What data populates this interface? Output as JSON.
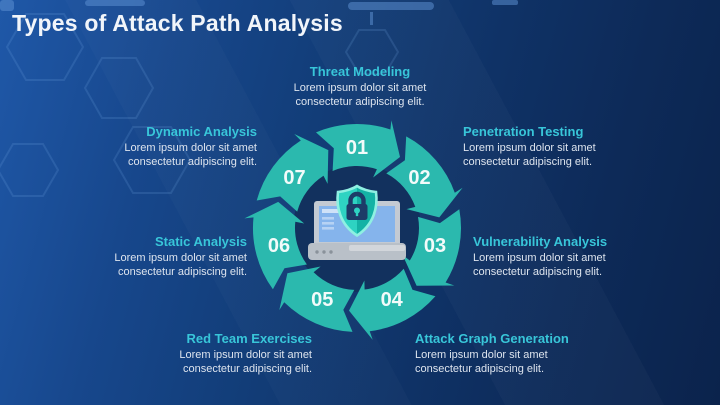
{
  "title": "Types of Attack Path Analysis",
  "colors": {
    "accent_cyan": "#38c6d9",
    "ring_teal": "#2bb9ae",
    "inner_circle": "#12315e",
    "background_light": "#1f58a8",
    "background_dark": "#0b234c",
    "body_text": "#dde4ee",
    "title_text": "#f1f5fa"
  },
  "center_icon": "laptop-shield-lock-icon",
  "cycle": {
    "ring_color": "#2bb9ae",
    "direction": "clockwise",
    "items": [
      {
        "num": "01",
        "label": "Threat Modeling",
        "body": "Lorem ipsum dolor sit amet consectetur adipiscing elit."
      },
      {
        "num": "02",
        "label": "Penetration Testing",
        "body": "Lorem ipsum dolor sit amet consectetur adipiscing elit."
      },
      {
        "num": "03",
        "label": "Vulnerability Analysis",
        "body": "Lorem ipsum dolor sit amet consectetur adipiscing elit."
      },
      {
        "num": "04",
        "label": "Attack Graph Generation",
        "body": "Lorem ipsum dolor sit amet consectetur adipiscing elit."
      },
      {
        "num": "05",
        "label": "Red Team Exercises",
        "body": "Lorem ipsum dolor sit amet consectetur adipiscing elit."
      },
      {
        "num": "06",
        "label": "Static Analysis",
        "body": "Lorem ipsum dolor sit amet consectetur adipiscing elit."
      },
      {
        "num": "07",
        "label": "Dynamic Analysis",
        "body": "Lorem ipsum dolor sit amet consectetur adipiscing elit."
      }
    ]
  }
}
